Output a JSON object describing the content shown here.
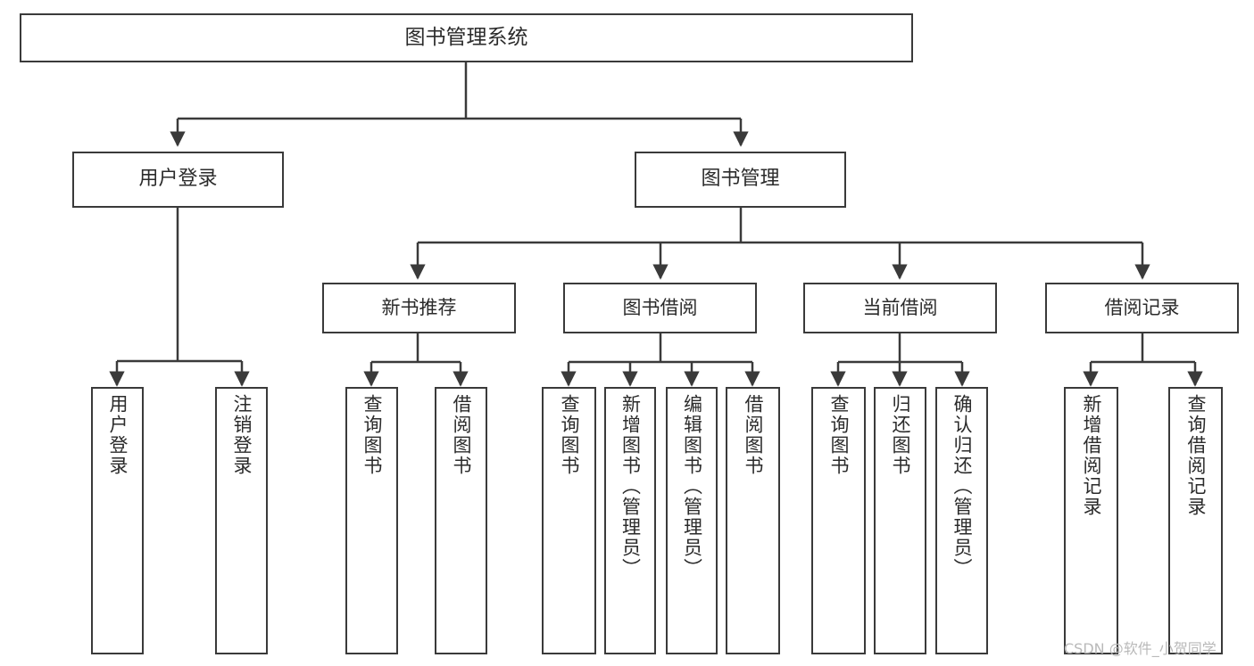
{
  "diagram": {
    "type": "tree-hierarchy",
    "title": "图书管理系统",
    "watermark": "CSDN @软件_小贺同学",
    "colors": {
      "stroke": "#3a3a3a",
      "fill": "#ffffff",
      "text": "#2b2b2b",
      "watermark": "#b9b9b9"
    },
    "nodes": {
      "root": {
        "label": "图书管理系统"
      },
      "level2": [
        {
          "label": "用户登录"
        },
        {
          "label": "图书管理"
        }
      ],
      "level3": [
        {
          "label": "新书推荐"
        },
        {
          "label": "图书借阅"
        },
        {
          "label": "当前借阅"
        },
        {
          "label": "借阅记录"
        }
      ],
      "leaves_user_login": [
        {
          "label": "用户登录"
        },
        {
          "label": "注销登录"
        }
      ],
      "leaves_new_book": [
        {
          "label": "查询图书"
        },
        {
          "label": "借阅图书"
        }
      ],
      "leaves_borrow": [
        {
          "label": "查询图书"
        },
        {
          "label": "新增图书（管理员）"
        },
        {
          "label": "编辑图书（管理员）"
        },
        {
          "label": "借阅图书"
        }
      ],
      "leaves_current": [
        {
          "label": "查询图书"
        },
        {
          "label": "归还图书"
        },
        {
          "label": "确认归还（管理员）"
        }
      ],
      "leaves_records": [
        {
          "label": "新增借阅记录"
        },
        {
          "label": "查询借阅记录"
        }
      ]
    }
  }
}
